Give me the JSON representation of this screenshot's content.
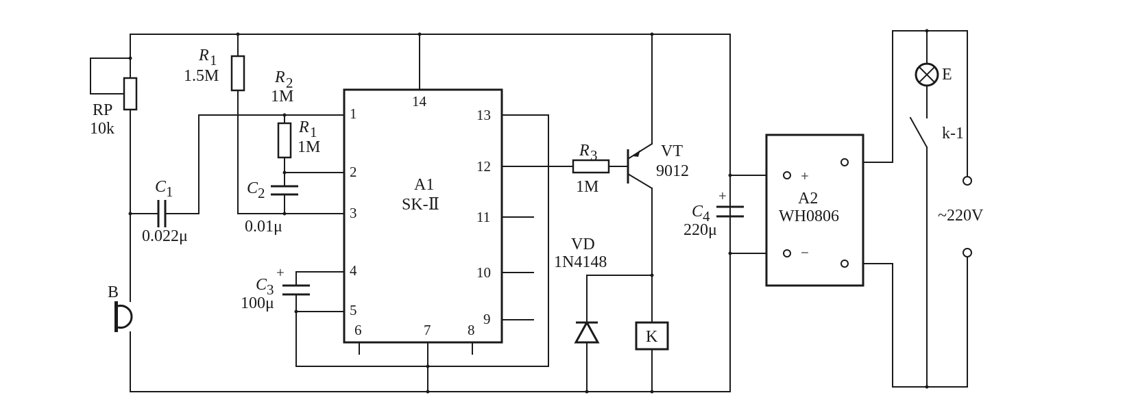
{
  "components": {
    "rp": {
      "ref": "RP",
      "value": "10k"
    },
    "r1_top": {
      "ref": "R",
      "sub": "1",
      "value": "1.5M"
    },
    "r2": {
      "ref": "R",
      "sub": "2",
      "value": "1M"
    },
    "r1_mid": {
      "ref": "R",
      "sub": "1",
      "value": "1M"
    },
    "c1": {
      "ref": "C",
      "sub": "1",
      "value": "0.022μ"
    },
    "c2": {
      "ref": "C",
      "sub": "2",
      "value": "0.01μ"
    },
    "c3": {
      "ref": "C",
      "sub": "3",
      "value": "100μ",
      "polarity": "+"
    },
    "c4": {
      "ref": "C",
      "sub": "4",
      "value": "220μ",
      "polarity": "+"
    },
    "r3": {
      "ref": "R",
      "sub": "3",
      "value": "1M"
    },
    "vt": {
      "ref": "VT",
      "value": "9012"
    },
    "vd": {
      "ref": "VD",
      "value": "1N4148"
    },
    "k": {
      "ref": "K"
    },
    "b": {
      "ref": "B"
    },
    "a1": {
      "ref": "A1",
      "value": "SK-Ⅱ",
      "pins": [
        "1",
        "2",
        "3",
        "4",
        "5",
        "6",
        "7",
        "8",
        "9",
        "10",
        "11",
        "12",
        "13",
        "14"
      ]
    },
    "a2": {
      "ref": "A2",
      "value": "WH0806",
      "plus": "+",
      "minus": "−"
    },
    "lamp": {
      "ref": "E"
    },
    "switch": {
      "ref": "k-1"
    },
    "mains": {
      "label": "~220V"
    }
  }
}
